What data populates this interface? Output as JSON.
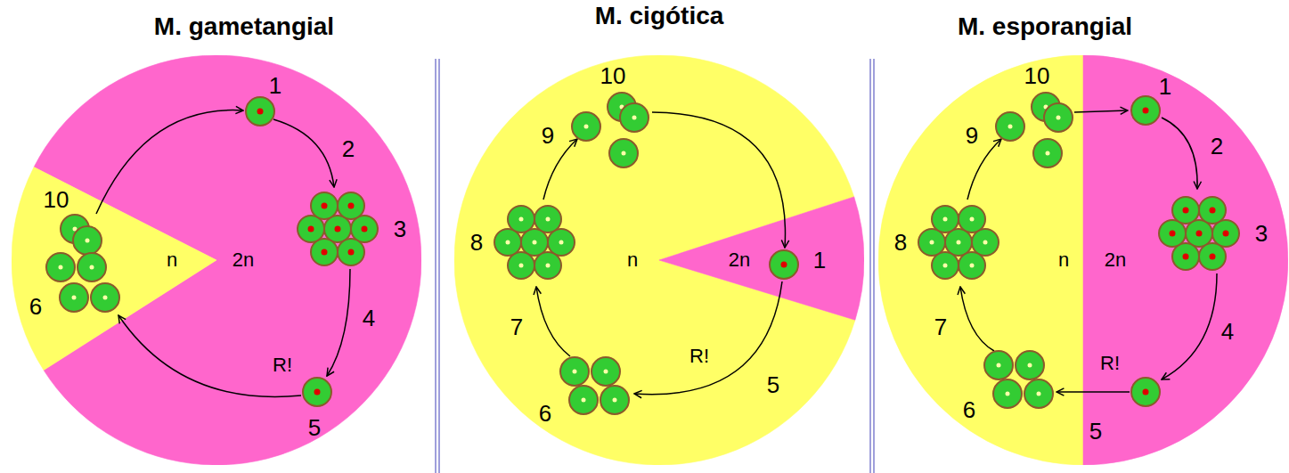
{
  "diagram": {
    "nodes": [
      {
        "text": [
          "M. gametangial"
        ]
      },
      {
        "text": [
          "2n"
        ],
        "in": 0
      },
      {
        "text": [
          "n"
        ],
        "in": 0
      },
      {
        "text": [
          "M. cigótica"
        ]
      },
      {
        "text": [
          "n"
        ],
        "in": 3
      },
      {
        "text": [
          "2n"
        ],
        "in": 3
      },
      {
        "text": [
          "M. esporangial"
        ]
      },
      {
        "text": [
          "n"
        ],
        "in": 6
      },
      {
        "text": [
          "2n"
        ],
        "in": 6
      }
    ],
    "labels": [
      "1",
      "2",
      "3",
      "4",
      "R!",
      "5",
      "10",
      "6",
      "10",
      "9",
      "8",
      "7",
      "6",
      "R!",
      "5",
      "1",
      "10",
      "9",
      "8",
      "7",
      "6",
      "R!",
      "5",
      "1",
      "2",
      "3",
      "4"
    ]
  }
}
